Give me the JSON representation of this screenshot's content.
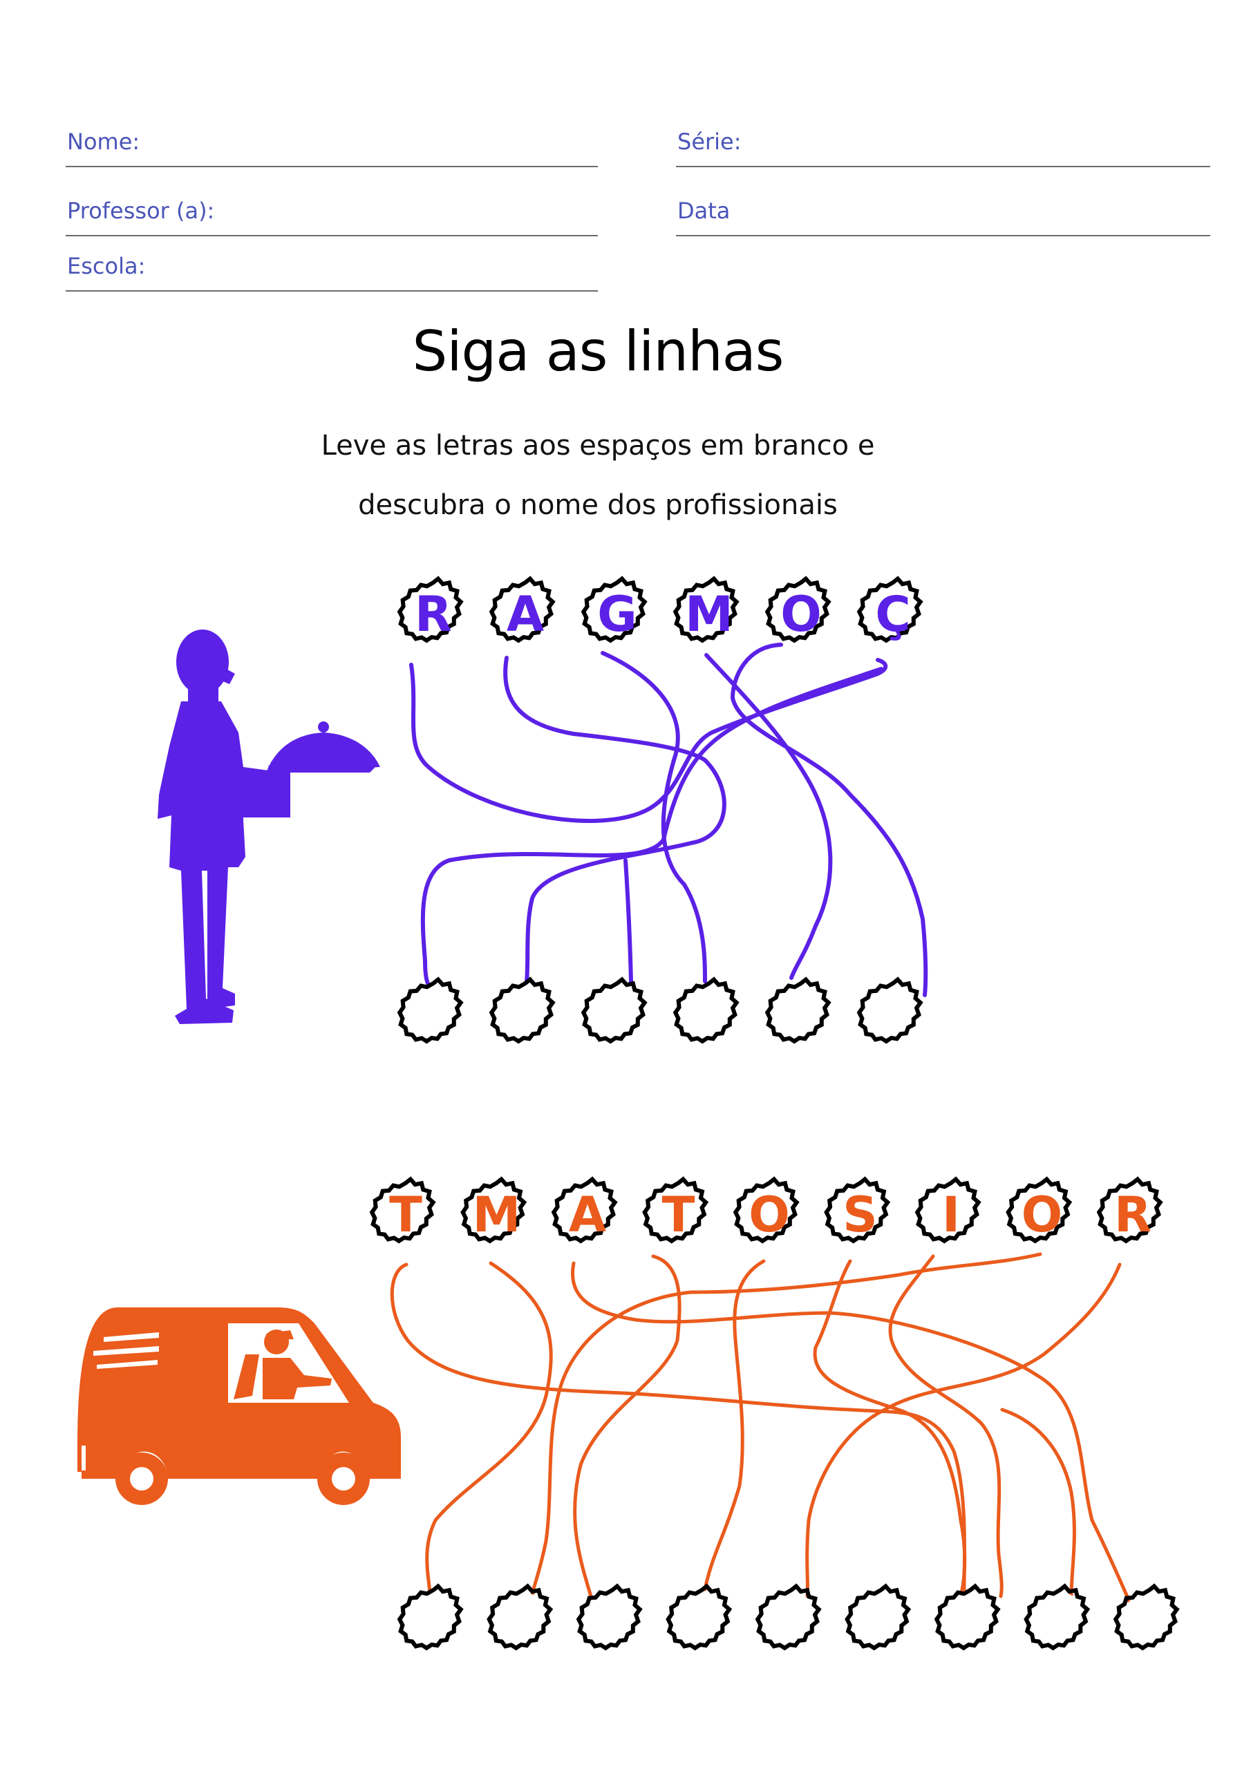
{
  "header": {
    "nome_label": "Nome:",
    "serie_label": "Série:",
    "professor_label": "Professor (a):",
    "data_label": "Data",
    "escola_label": "Escola:"
  },
  "title": "Siga as linhas",
  "instructions": {
    "line1": "Leve as letras aos espaços em branco e",
    "line2": "descubra o nome dos profissionais"
  },
  "puzzle1": {
    "icon": "waiter-silhouette-icon",
    "color": "#5b21e6",
    "letters": [
      "R",
      "A",
      "G",
      "M",
      "O",
      "Ç"
    ],
    "answer_slots": 6
  },
  "puzzle2": {
    "icon": "delivery-van-icon",
    "color": "#ea5b1c",
    "letters": [
      "T",
      "M",
      "A",
      "T",
      "O",
      "S",
      "I",
      "O",
      "R"
    ],
    "answer_slots": 9
  },
  "colors": {
    "label_blue": "#4a55b8",
    "rule_gray": "#6b6b6b"
  }
}
